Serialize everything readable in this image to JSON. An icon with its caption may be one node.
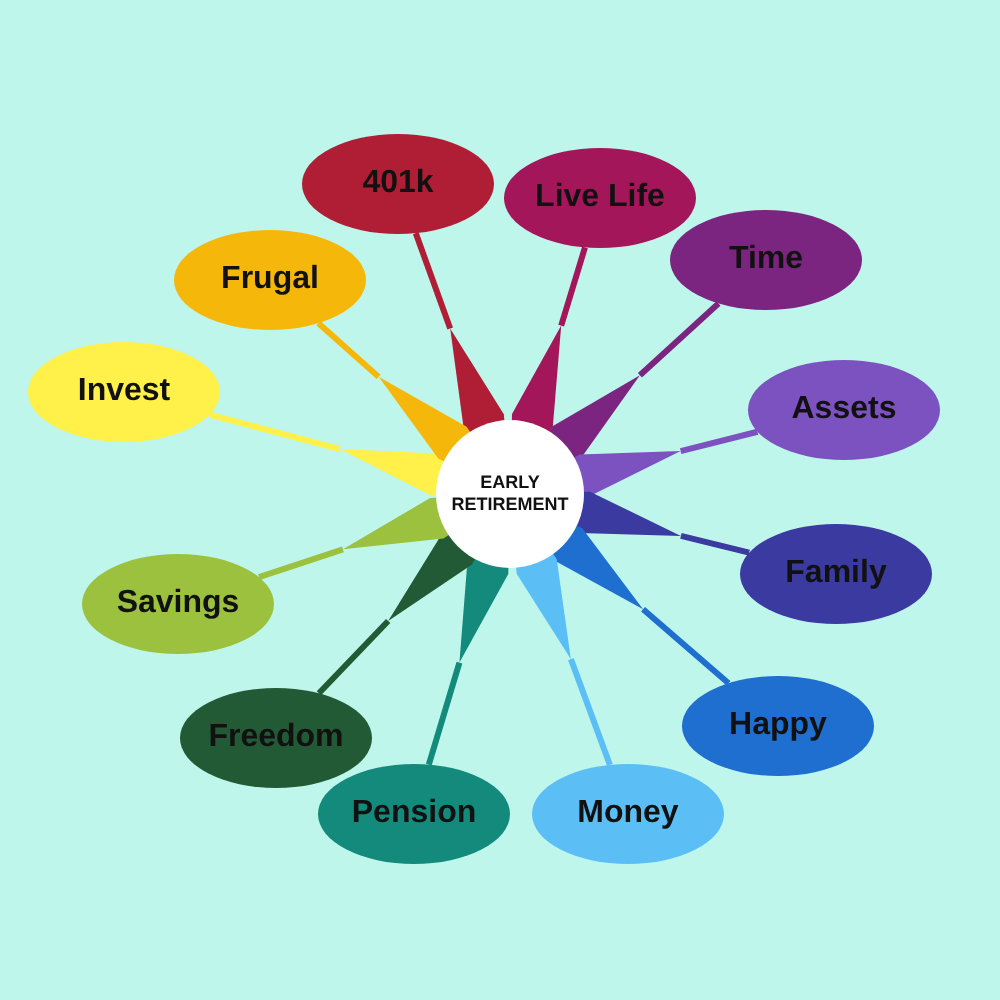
{
  "diagram": {
    "nodes": [
      {
        "text": [
          "EARLY RETIREMENT"
        ]
      },
      {
        "text": [
          "401k"
        ]
      },
      {
        "text": [
          "Live Life"
        ]
      },
      {
        "text": [
          "Time"
        ]
      },
      {
        "text": [
          "Assets"
        ]
      },
      {
        "text": [
          "Family"
        ]
      },
      {
        "text": [
          "Happy"
        ]
      },
      {
        "text": [
          "Money"
        ]
      },
      {
        "text": [
          "Pension"
        ]
      },
      {
        "text": [
          "Freedom"
        ]
      },
      {
        "text": [
          "Savings"
        ]
      },
      {
        "text": [
          "Invest"
        ]
      },
      {
        "text": [
          "Frugal"
        ]
      }
    ],
    "edges": [
      {
        "from": 1,
        "to": 0,
        "arrow": "none",
        "color": "#b01e35"
      },
      {
        "from": 2,
        "to": 0,
        "arrow": "none",
        "color": "#a3165a"
      },
      {
        "from": 3,
        "to": 0,
        "arrow": "none",
        "color": "#7b2580"
      },
      {
        "from": 4,
        "to": 0,
        "arrow": "none",
        "color": "#7c52c0"
      },
      {
        "from": 5,
        "to": 0,
        "arrow": "none",
        "color": "#3a3aa0"
      },
      {
        "from": 6,
        "to": 0,
        "arrow": "none",
        "color": "#1e6fd0"
      },
      {
        "from": 7,
        "to": 0,
        "arrow": "none",
        "color": "#5bbff5"
      },
      {
        "from": 8,
        "to": 0,
        "arrow": "none",
        "color": "#138a7c"
      },
      {
        "from": 9,
        "to": 0,
        "arrow": "none",
        "color": "#215a35"
      },
      {
        "from": 10,
        "to": 0,
        "arrow": "none",
        "color": "#9bc13f"
      },
      {
        "from": 11,
        "to": 0,
        "arrow": "none",
        "color": "#fff04a"
      },
      {
        "from": 12,
        "to": 0,
        "arrow": "none",
        "color": "#f5b80a"
      }
    ]
  }
}
